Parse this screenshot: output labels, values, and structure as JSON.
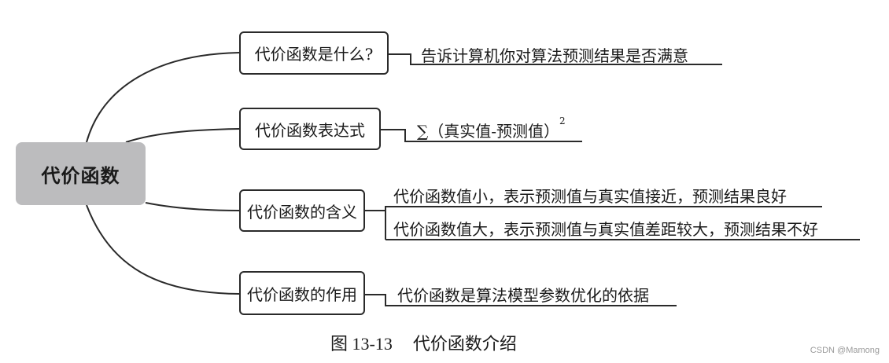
{
  "root": {
    "label": "代价函数"
  },
  "branches": [
    {
      "label": "代价函数是什么?",
      "leaves": [
        "告诉计算机你对算法预测结果是否满意"
      ]
    },
    {
      "label": "代价函数表达式",
      "leaves": [
        "∑（真实值-预测值）"
      ],
      "leaf_superscript": "2"
    },
    {
      "label": "代价函数的含义",
      "leaves": [
        "代价函数值小，表示预测值与真实值接近，预测结果良好",
        "代价函数值大，表示预测值与真实值差距较大，预测结果不好"
      ]
    },
    {
      "label": "代价函数的作用",
      "leaves": [
        "代价函数是算法模型参数优化的依据"
      ]
    }
  ],
  "caption": {
    "figure_number": "图 13-13",
    "title": "代价函数介绍"
  },
  "watermark": "CSDN @Mamong",
  "colors": {
    "root_fill": "#bcbcbe",
    "line": "#2a2a2a"
  }
}
